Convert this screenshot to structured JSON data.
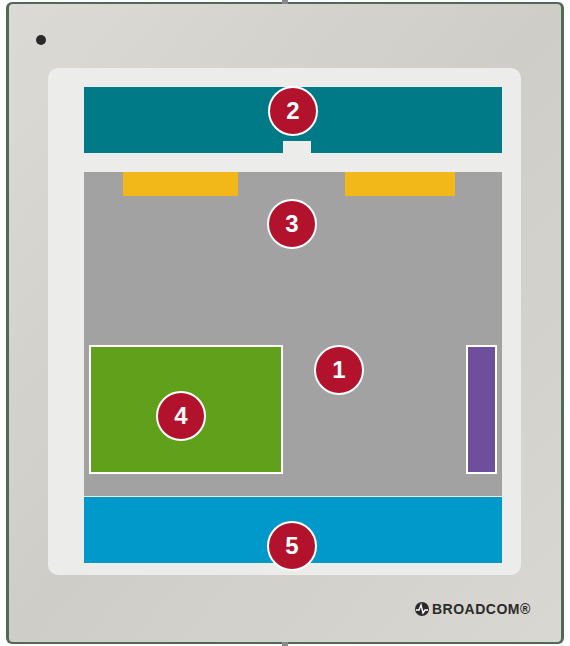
{
  "diagram": {
    "labels": [
      "2",
      "3",
      "1",
      "4",
      "5",
      "BROADCOM®"
    ]
  }
}
